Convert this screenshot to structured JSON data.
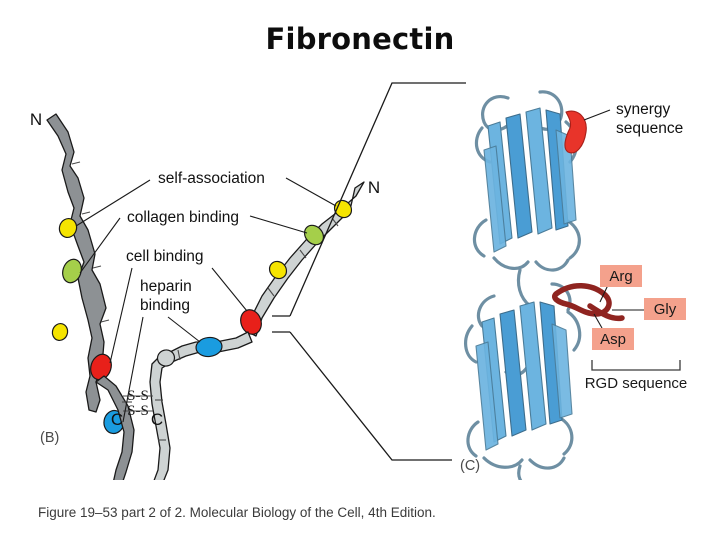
{
  "slide": {
    "title": "Fibronectin"
  },
  "caption": {
    "text": "Figure 19–53 part 2 of 2. Molecular Biology of the Cell, 4th Edition."
  },
  "panel_b": {
    "panel_label": "(B)",
    "terminus_n_left": "N",
    "terminus_n_right": "N",
    "terminus_c_left": "C",
    "terminus_c_right": "C",
    "disulfide_top": "S-S",
    "disulfide_bottom": "S-S",
    "annotations": [
      {
        "label": "self-association",
        "marker_color": "#f5e400"
      },
      {
        "label": "collagen binding",
        "marker_color": "#a5cf4a"
      },
      {
        "label": "cell binding",
        "marker_color": "#e8201a"
      },
      {
        "label": "heparin binding",
        "marker_color": "#1a9ce0"
      }
    ],
    "chain_colors": {
      "dark_subunit": "#8d9194",
      "light_subunit": "#ced3d3"
    }
  },
  "panel_c": {
    "panel_label": "(C)",
    "synergy_label": "synergy sequence",
    "rgd_bracket_label": "RGD sequence",
    "amino_acids": [
      {
        "code": "Arg"
      },
      {
        "code": "Gly"
      },
      {
        "code": "Asp"
      }
    ],
    "colors": {
      "ribbon": "#6cb4e0",
      "ribbon_dark": "#4a9dd4",
      "synergy": "#e8342a",
      "rgd_loop": "#8f2420",
      "aa_box": "#f4a18c"
    }
  }
}
